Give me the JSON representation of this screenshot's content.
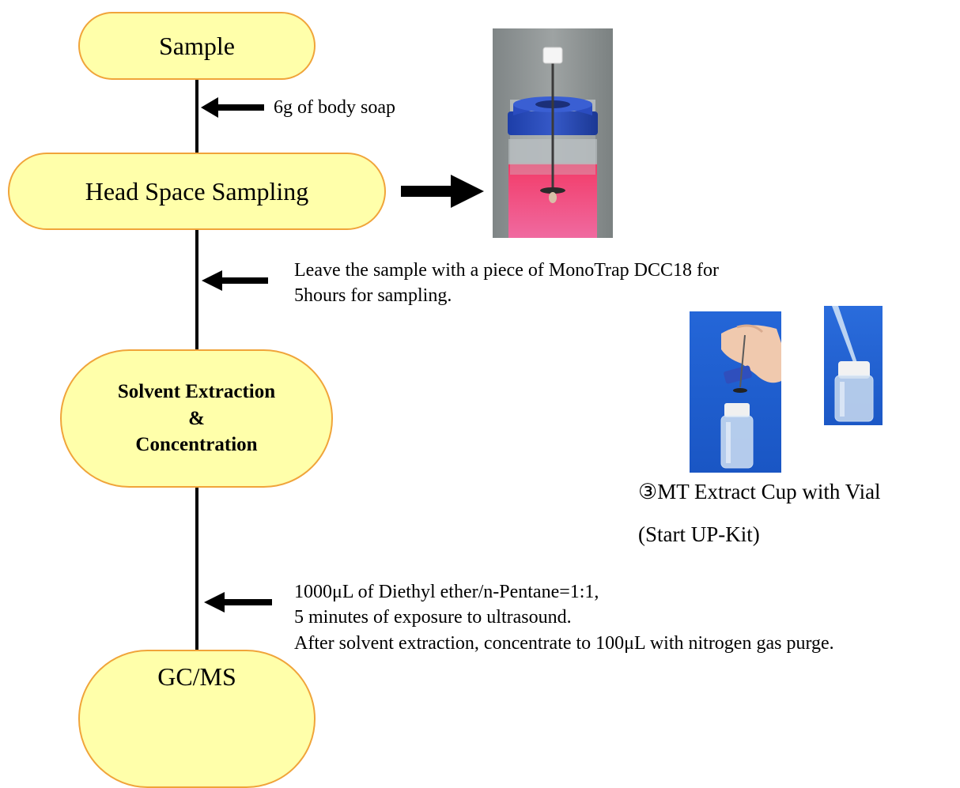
{
  "nodes": {
    "sample": "Sample",
    "head_space": "Head Space Sampling",
    "solvent_line1": "Solvent Extraction",
    "solvent_line2": "&",
    "solvent_line3": "Concentration",
    "gcms": "GC/MS"
  },
  "notes": {
    "body_soap": "6g of body soap",
    "leave_line1": "Leave the sample with a piece of MonoTrap DCC18 for",
    "leave_line2": "5hours for sampling.",
    "solvent_line1": "1000μL of Diethyl ether/n-Pentane=1:1,",
    "solvent_line2": "5 minutes of exposure to ultrasound.",
    "solvent_line3": "After solvent extraction, concentrate to 100μL with nitrogen gas purge."
  },
  "captions": {
    "extract_cup": "③MT Extract Cup with Vial",
    "kit": "(Start UP-Kit)"
  },
  "colors": {
    "node_fill": "#ffffaa",
    "node_border": "#f0a43a",
    "vial_cap": "#2e4fb8",
    "liquid": "#f0508c",
    "blue_background": "#1f5fd6"
  }
}
